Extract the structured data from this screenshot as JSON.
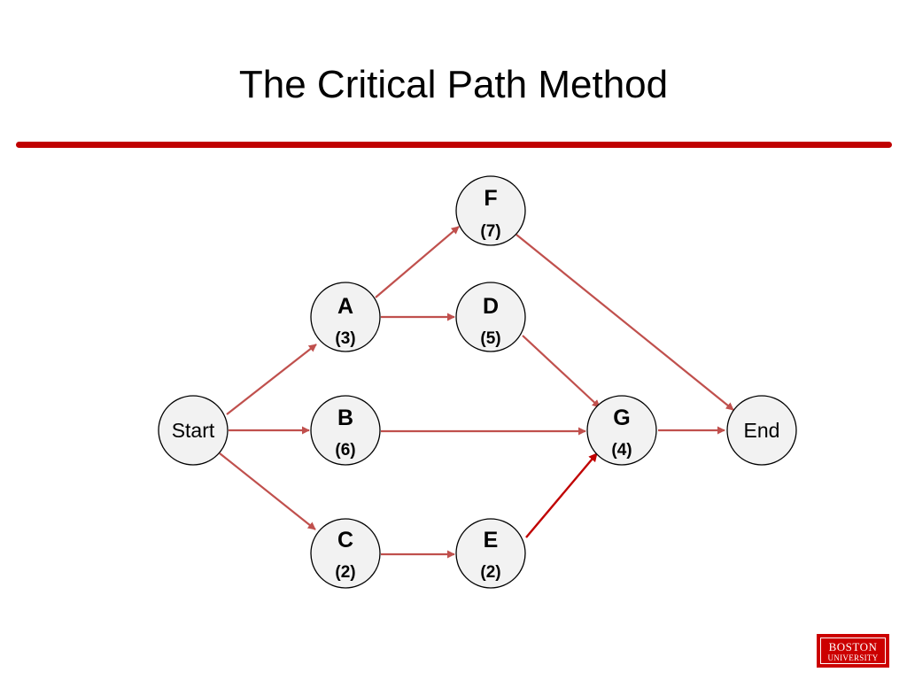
{
  "slide": {
    "title": "The Critical Path Method"
  },
  "network": {
    "nodes": [
      {
        "id": "start",
        "name": "Start",
        "duration": ""
      },
      {
        "id": "A",
        "name": "A",
        "duration": "(3)"
      },
      {
        "id": "B",
        "name": "B",
        "duration": "(6)"
      },
      {
        "id": "C",
        "name": "C",
        "duration": "(2)"
      },
      {
        "id": "D",
        "name": "D",
        "duration": "(5)"
      },
      {
        "id": "E",
        "name": "E",
        "duration": "(2)"
      },
      {
        "id": "F",
        "name": "F",
        "duration": "(7)"
      },
      {
        "id": "G",
        "name": "G",
        "duration": "(4)"
      },
      {
        "id": "end",
        "name": "End",
        "duration": ""
      }
    ],
    "edges": [
      {
        "from": "start",
        "to": "A"
      },
      {
        "from": "start",
        "to": "B"
      },
      {
        "from": "start",
        "to": "C"
      },
      {
        "from": "A",
        "to": "F"
      },
      {
        "from": "A",
        "to": "D"
      },
      {
        "from": "D",
        "to": "G"
      },
      {
        "from": "B",
        "to": "G"
      },
      {
        "from": "C",
        "to": "E"
      },
      {
        "from": "E",
        "to": "G",
        "highlighted": true
      },
      {
        "from": "F",
        "to": "end"
      },
      {
        "from": "G",
        "to": "end"
      }
    ]
  },
  "colors": {
    "accent_rule": "#c00000",
    "edge": "#c0504d",
    "edge_highlight": "#c00000",
    "node_fill": "#f2f2f2",
    "logo_background": "#cc0000"
  },
  "logo": {
    "line1": "BOSTON",
    "line2": "UNIVERSITY"
  }
}
